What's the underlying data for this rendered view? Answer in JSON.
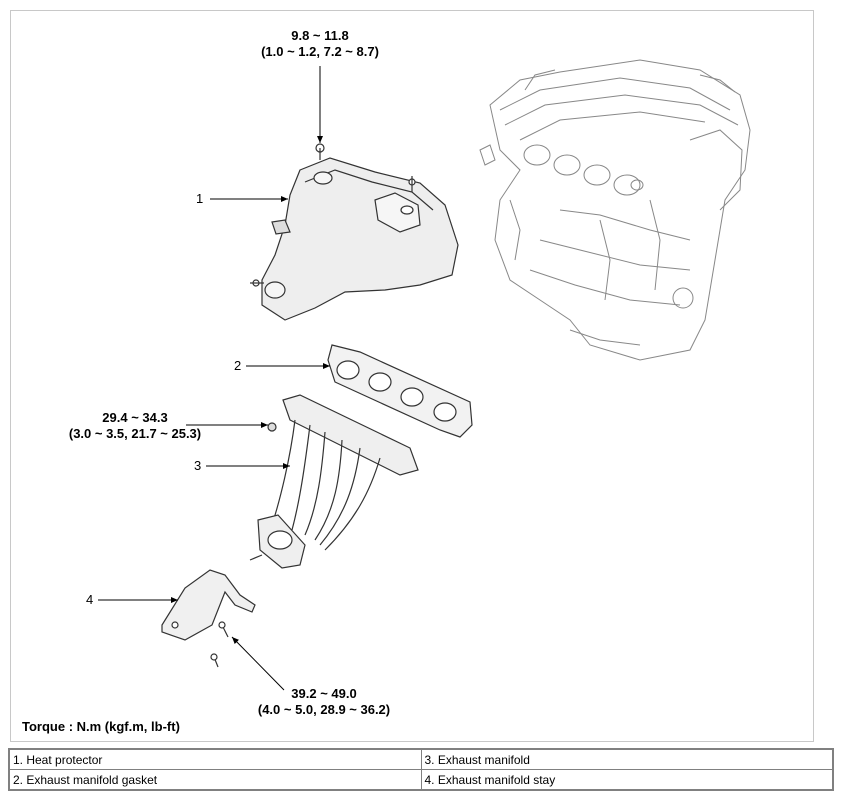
{
  "callouts": [
    {
      "id": "1",
      "label": "1"
    },
    {
      "id": "2",
      "label": "2"
    },
    {
      "id": "3",
      "label": "3"
    },
    {
      "id": "4",
      "label": "4"
    }
  ],
  "torques": {
    "heat_protector_bolt": {
      "line1": "9.8 ~ 11.8",
      "line2": "(1.0 ~ 1.2, 7.2 ~ 8.7)"
    },
    "manifold_nut": {
      "line1": "29.4 ~ 34.3",
      "line2": "(3.0 ~ 3.5, 21.7 ~ 25.3)"
    },
    "stay_bolt": {
      "line1": "39.2 ~ 49.0",
      "line2": "(4.0 ~ 5.0, 28.9 ~ 36.2)"
    }
  },
  "unit_note": "Torque : N.m (kgf.m, lb-ft)",
  "legend": [
    [
      "1. Heat protector",
      "3. Exhaust manifold"
    ],
    [
      "2. Exhaust manifold gasket",
      "4. Exhaust manifold stay"
    ]
  ]
}
